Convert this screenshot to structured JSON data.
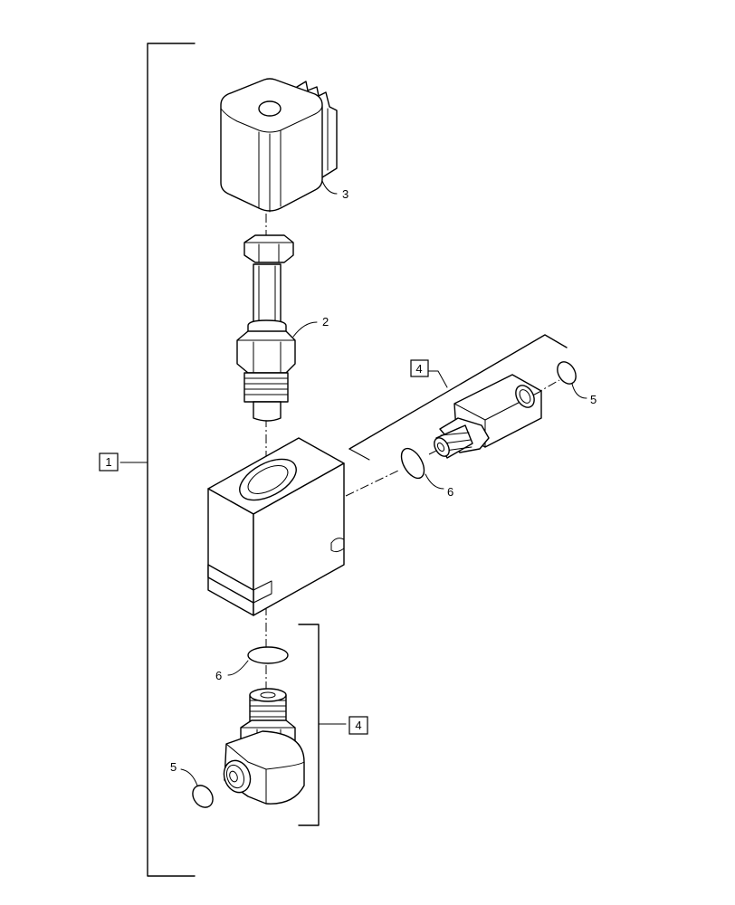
{
  "callouts": {
    "assembly": "1",
    "solenoid_stem": "2",
    "coil": "3",
    "fitting_right": "4",
    "fitting_bottom": "4",
    "oring_small_right": "5",
    "oring_small_bottom": "5",
    "oring_large_right": "6",
    "oring_large_bottom": "6"
  }
}
